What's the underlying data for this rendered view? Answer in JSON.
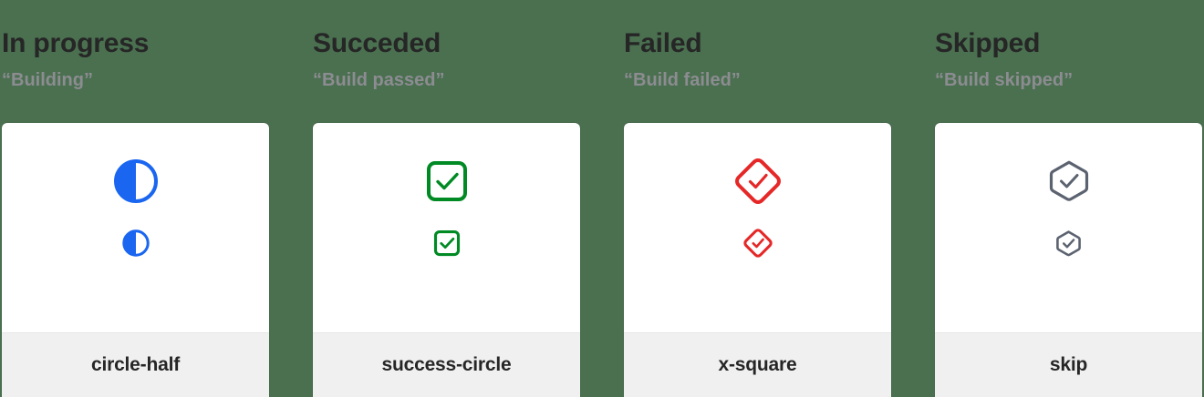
{
  "page": {
    "background_color": "#4a7050",
    "card_background": "#ffffff",
    "footer_background": "#f0f0f0",
    "title_color": "#262626",
    "subtitle_color": "#8c8c91"
  },
  "columns": [
    {
      "title": "In progress",
      "subtitle": "“Building”",
      "icon_name": "circle-half",
      "icon_color": "#1a66f0",
      "footer_label": "circle-half"
    },
    {
      "title": "Succeded",
      "subtitle": "“Build passed”",
      "icon_name": "success-circle",
      "icon_color": "#008a24",
      "footer_label": "success-circle"
    },
    {
      "title": "Failed",
      "subtitle": "“Build failed”",
      "icon_name": "x-square",
      "icon_color": "#e62727",
      "footer_label": "x-square"
    },
    {
      "title": "Skipped",
      "subtitle": "“Build skipped”",
      "icon_name": "skip",
      "icon_color": "#5c6370",
      "footer_label": "skip"
    }
  ]
}
